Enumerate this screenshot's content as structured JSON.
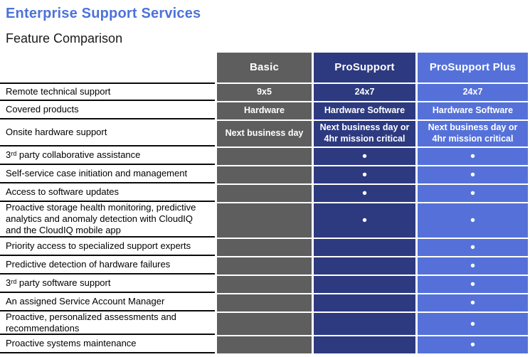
{
  "page": {
    "title": "Enterprise Support Services",
    "subtitle": "Feature Comparison"
  },
  "colors": {
    "title_blue": "#4D73D9",
    "basic_column_gray": "#5F5E5E",
    "prosupport_column_navy": "#2D3A80",
    "prosupport_plus_column_blue": "#5571D9",
    "cell_text": "#FFFFFF",
    "feature_text": "#000000"
  },
  "table": {
    "columns": [
      "Basic",
      "ProSupport",
      "ProSupport Plus"
    ],
    "dot_symbol": "●",
    "rows": [
      {
        "label": "Remote technical support",
        "basic": "9x5",
        "prosupport": "24x7",
        "prosupport_plus": "24x7"
      },
      {
        "label": "Covered products",
        "basic": "Hardware",
        "prosupport": "Hardware Software",
        "prosupport_plus": "Hardware Software"
      },
      {
        "label": "Onsite hardware support",
        "basic": "Next business day",
        "prosupport": "Next business day or 4hr mission critical",
        "prosupport_plus": "Next business day or 4hr mission critical"
      },
      {
        "label": "3ʳᵈ party collaborative assistance",
        "basic": "",
        "prosupport": "●",
        "prosupport_plus": "●"
      },
      {
        "label": "Self-service case initiation and management",
        "basic": "",
        "prosupport": "●",
        "prosupport_plus": "●"
      },
      {
        "label": "Access to software updates",
        "basic": "",
        "prosupport": "●",
        "prosupport_plus": "●"
      },
      {
        "label": "Proactive storage health monitoring, predictive analytics and anomaly detection with CloudIQ and the CloudIQ mobile app",
        "basic": "",
        "prosupport": "●",
        "prosupport_plus": "●"
      },
      {
        "label": "Priority access to specialized support experts",
        "basic": "",
        "prosupport": "",
        "prosupport_plus": "●"
      },
      {
        "label": "Predictive detection of hardware failures",
        "basic": "",
        "prosupport": "",
        "prosupport_plus": "●"
      },
      {
        "label": "3ʳᵈ party software support",
        "basic": "",
        "prosupport": "",
        "prosupport_plus": "●"
      },
      {
        "label": "An assigned Service Account Manager",
        "basic": "",
        "prosupport": "",
        "prosupport_plus": "●"
      },
      {
        "label": "Proactive, personalized assessments and recommendations",
        "basic": "",
        "prosupport": "",
        "prosupport_plus": "●"
      },
      {
        "label": "Proactive systems maintenance",
        "basic": "",
        "prosupport": "",
        "prosupport_plus": "●"
      }
    ]
  }
}
